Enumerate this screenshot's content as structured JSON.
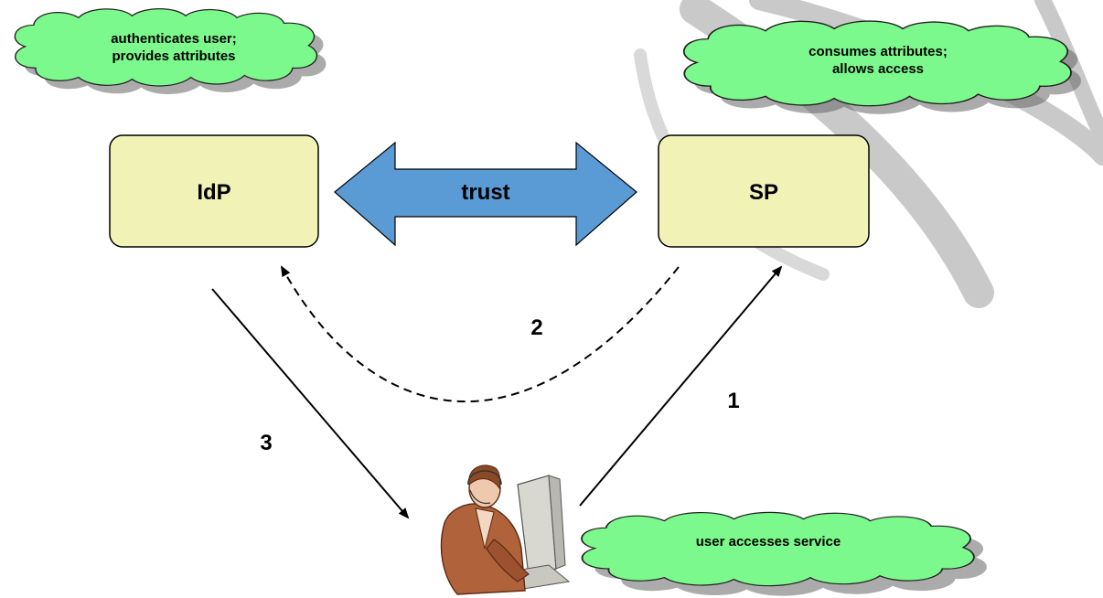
{
  "idp": {
    "label": "IdP"
  },
  "sp": {
    "label": "SP"
  },
  "trust": {
    "label": "trust"
  },
  "clouds": {
    "idp_line1": "authenticates user;",
    "idp_line2": "provides attributes",
    "sp_line1": "consumes attributes;",
    "sp_line2": "allows access",
    "user": "user accesses service"
  },
  "steps": {
    "one": "1",
    "two": "2",
    "three": "3"
  },
  "colors": {
    "box_fill": "#f1f3b6",
    "cloud_fill": "#7cf98c",
    "arrow_fill": "#5b9bd5",
    "watermark": "#c8c8c8"
  },
  "icons": {
    "user": "user-at-computer-icon"
  }
}
